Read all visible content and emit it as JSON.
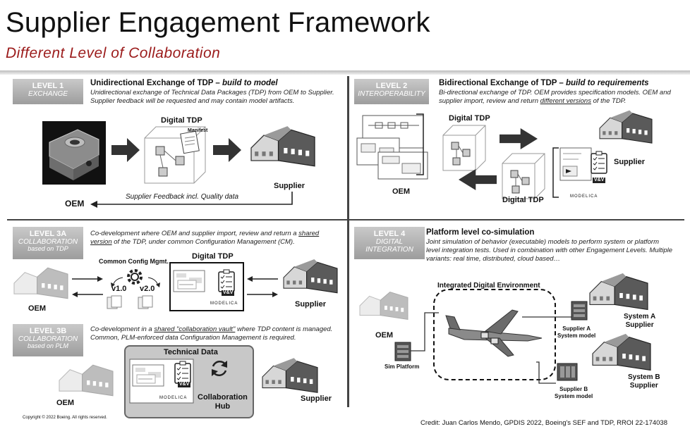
{
  "header": {
    "title": "Supplier Engagement Framework",
    "subtitle": "Different Level of Collaboration"
  },
  "level1": {
    "badge_line1": "LEVEL 1",
    "badge_line2": "EXCHANGE",
    "heading": "Unidirectional Exchange of TDP – ",
    "heading_em": "build to model",
    "desc": "Unidirectional exchange of Technical Data Packages (TDP) from OEM to Supplier. Supplier feedback will be requested and may contain model artifacts.",
    "digital_tdp": "Digital TDP",
    "manifest": "Manifest",
    "feedback": "Supplier Feedback incl. Quality data",
    "oem": "OEM",
    "supplier": "Supplier"
  },
  "level2": {
    "badge_line1": "LEVEL 2",
    "badge_line2": "INTEROPERABILITY",
    "heading": "Bidirectional Exchange of TDP – ",
    "heading_em": "build to requirements",
    "desc_a": "Bi-directional exchange of TDP. OEM provides specification models. OEM and supplier import, review and return ",
    "desc_u": "different versions",
    "desc_b": " of the TDP.",
    "digital_tdp_top": "Digital TDP",
    "digital_tdp_bottom": "Digital TDP",
    "oem": "OEM",
    "supplier": "Supplier"
  },
  "level3a": {
    "badge_line1": "LEVEL 3A",
    "badge_line2": "COLLABORATION",
    "badge_line3": "based on TDP",
    "desc_a": "Co-development where OEM and supplier import, review and return a ",
    "desc_u": "shared version",
    "desc_b": " of the TDP, under common Configuration Management (CM).",
    "config": "Common Config Mgmt.",
    "v1": "v1.0",
    "v2": "v2.0",
    "digital_tdp": "Digital TDP",
    "oem": "OEM",
    "supplier": "Supplier"
  },
  "level3b": {
    "badge_line1": "LEVEL 3B",
    "badge_line2": "COLLABORATION",
    "badge_line3": "based on PLM",
    "desc_a": "Co-development in a ",
    "desc_u": "shared \"collaboration vault\"",
    "desc_b": " where TDP content is managed. Common, PLM-enforced data Configuration Management is required.",
    "technical_data": "Technical Data",
    "hub_line1": "Collaboration",
    "hub_line2": "Hub",
    "oem": "OEM",
    "supplier": "Supplier"
  },
  "level4": {
    "badge_line1": "LEVEL 4",
    "badge_line2": "DIGITAL",
    "badge_line3": "INTEGRATION",
    "heading": "Platform level co-simulation",
    "desc": "Joint simulation of behavior (executable) models to perform system or platform level integration tests. Used in combination with other Engagement Levels. Multiple variants: real time, distributed, cloud based…",
    "environment": "Integrated Digital Environment",
    "oem": "OEM",
    "sim_platform": "Sim Platform",
    "sys_a_model_1": "Supplier A",
    "sys_a_model_2": "System model",
    "sys_a_1": "System A",
    "sys_a_2": "Supplier",
    "sys_b_model_1": "Supplier B",
    "sys_b_model_2": "System model",
    "sys_b_1": "System B",
    "sys_b_2": "Supplier"
  },
  "common": {
    "vv": "V&V",
    "modelica": "MODELICA"
  },
  "footer": {
    "copyright": "Copyright © 2022 Boeing. All rights reserved.",
    "credit": "Credit:  Juan Carlos Mendo, GPDIS 2022, Boeing's SEF and TDP, RROI 22-174038"
  },
  "colors": {
    "subtitle": "#9b1b1b",
    "badge_gray": "#a8a8a8",
    "hub_fill": "#c8c8c8"
  }
}
